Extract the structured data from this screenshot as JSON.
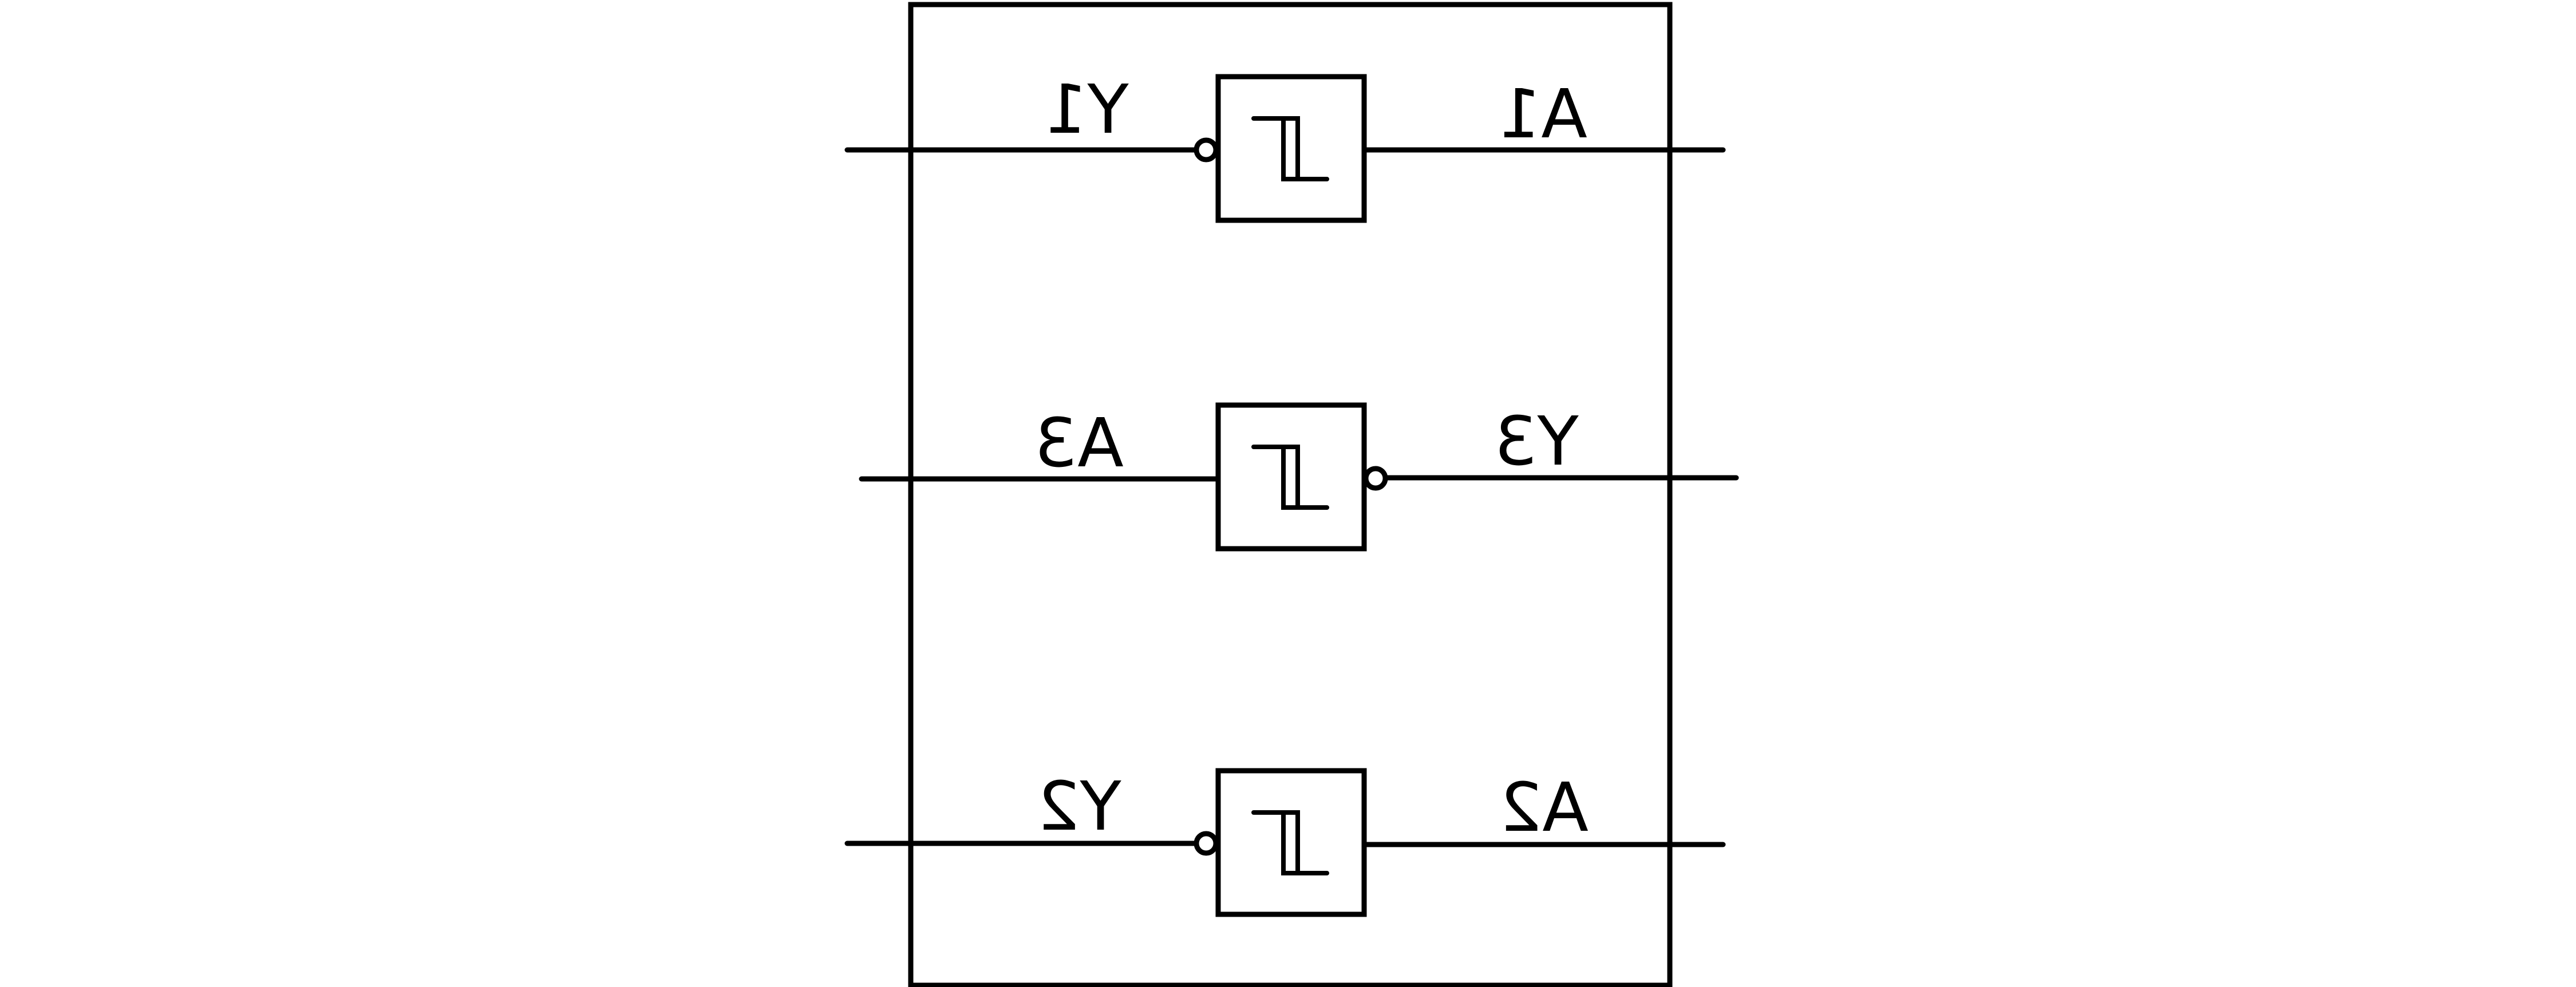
{
  "diagram": {
    "gates": [
      {
        "left_label": "Y1",
        "right_label": "A1",
        "bubble": "left"
      },
      {
        "left_label": "A3",
        "right_label": "Y3",
        "bubble": "right"
      },
      {
        "left_label": "Y2",
        "right_label": "A2",
        "bubble": "left"
      }
    ]
  }
}
